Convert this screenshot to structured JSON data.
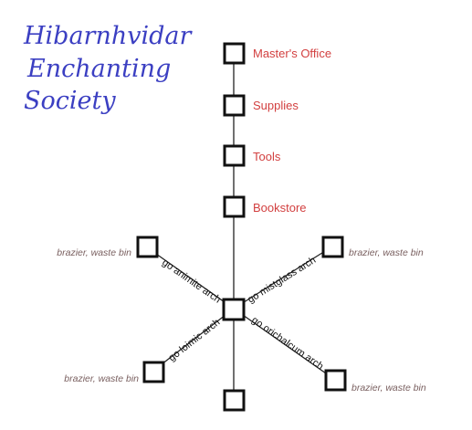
{
  "title": {
    "line1": "Hibarnhvidar",
    "line2": "Enchanting",
    "line3": "Society"
  },
  "rooms": {
    "masters_office": "Master's Office",
    "supplies": "Supplies",
    "tools": "Tools",
    "bookstore": "Bookstore"
  },
  "exits": {
    "animite": "go animite arch",
    "mistglass": "go mistglass arch",
    "loimic": "go loimic arch",
    "orichalcum": "go orichalcum arch"
  },
  "items": {
    "upper_left": "brazier, waste bin",
    "upper_right": "brazier, waste bin",
    "lower_left": "brazier, waste bin",
    "lower_right": "brazier, waste bin"
  },
  "colors": {
    "title": "#3b3fc2",
    "room_label": "#d23f3f",
    "item_label": "#7a6060"
  }
}
